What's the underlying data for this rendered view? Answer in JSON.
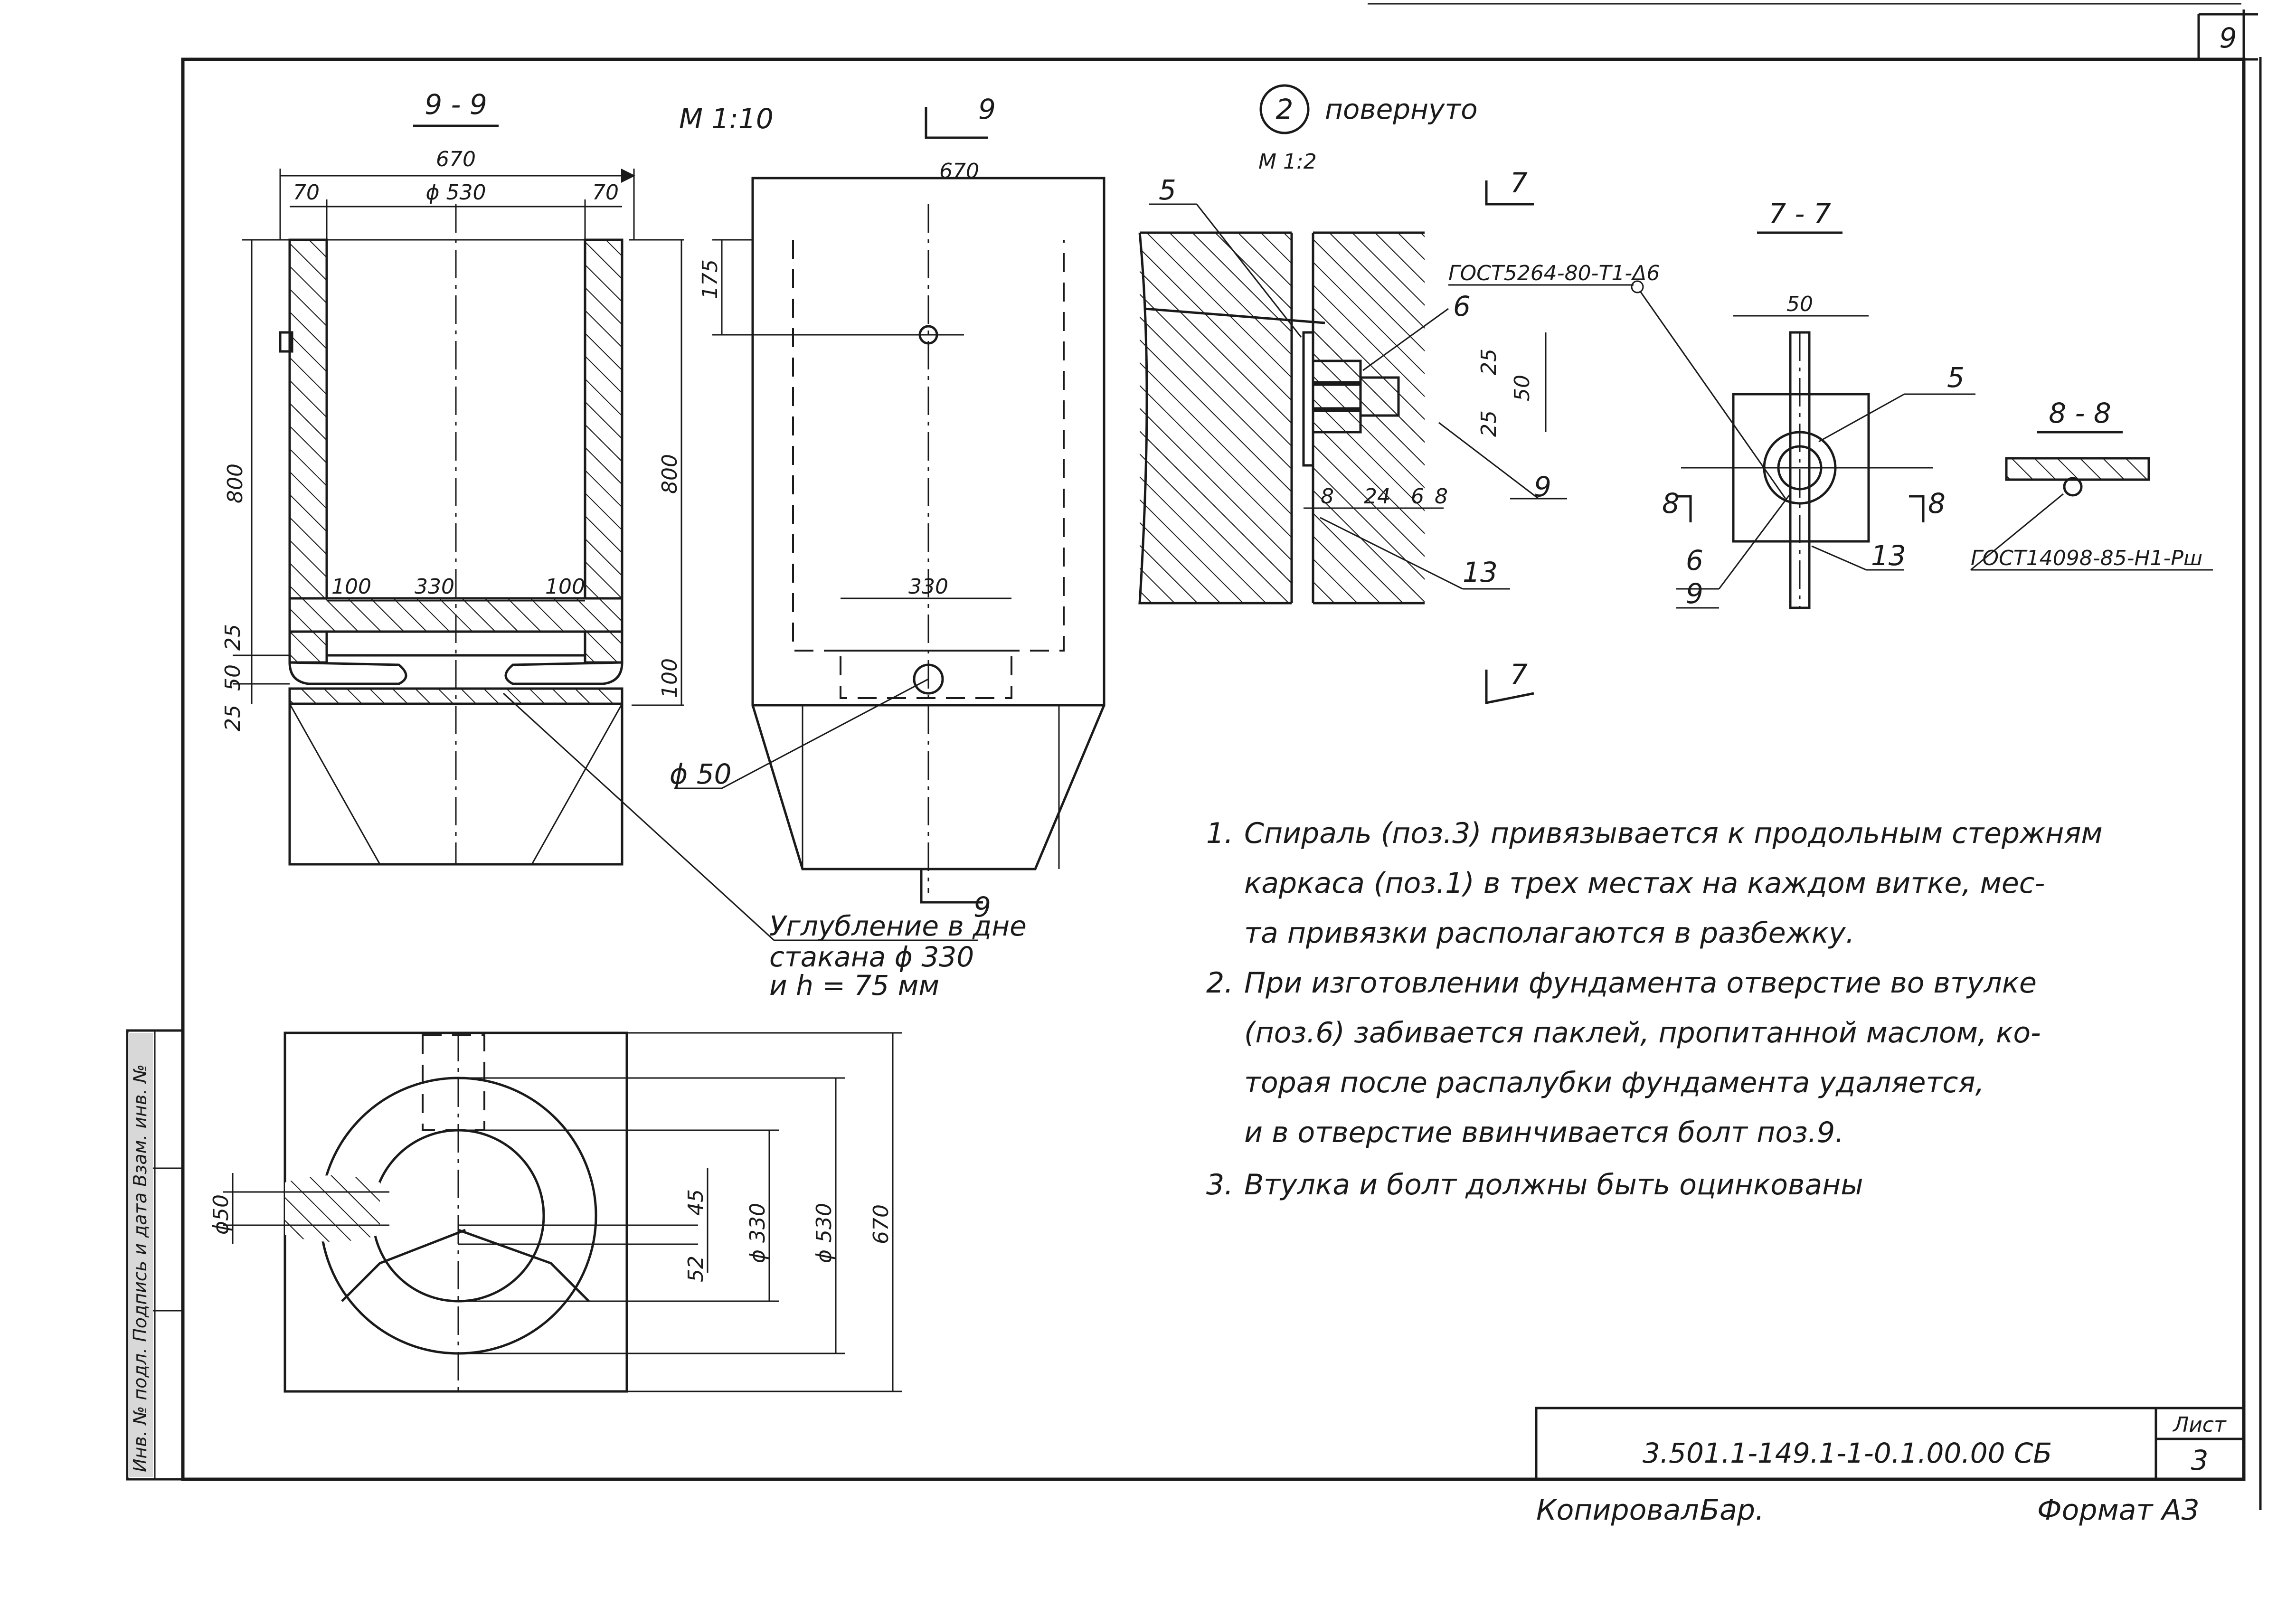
{
  "sheet_number": "9",
  "section_9_9": {
    "title": "9 - 9",
    "scale": "М 1:10",
    "dims": {
      "overall": "670",
      "left": "70",
      "inner": "ϕ 530",
      "right": "70",
      "height": "800",
      "b1": "100",
      "b2": "330",
      "b3": "100",
      "v1": "25",
      "v2": "50",
      "v3": "25"
    }
  },
  "side_view": {
    "label_top": "9",
    "label_bottom": "9",
    "dims": {
      "width": "670",
      "top": "175",
      "height": "800",
      "base": "100",
      "recess": "330"
    }
  },
  "callout_hole": "ϕ 50",
  "callout_recess": {
    "line1": "Углубление в дне",
    "line2": "стакана ϕ 330",
    "line3": "и h = 75 мм"
  },
  "detail_2": {
    "number": "2",
    "title": "повернуто",
    "scale": "М 1:2",
    "cut_label": "7",
    "weld": "ГОСТ5264-80-Т1-Δ6",
    "positions": {
      "p5": "5",
      "p6": "6",
      "p9": "9",
      "p13": "13"
    },
    "dims": {
      "d25a": "25",
      "d50": "50",
      "d25b": "25",
      "h8a": "8",
      "h24": "24",
      "h6": "6",
      "h8b": "8"
    }
  },
  "section_7_7": {
    "title": "7 - 7",
    "width": "50",
    "positions": {
      "p5": "5",
      "p6": "6",
      "p9": "9",
      "p13": "13"
    },
    "cut_label": "8"
  },
  "section_8_8": {
    "title": "8 - 8",
    "weld": "ГОСТ14098-85-Н1-Рш"
  },
  "plan_view": {
    "dims": {
      "d50": "ϕ50",
      "d45": "45",
      "d52": "52",
      "d330": "ϕ 330",
      "d530": "ϕ 530",
      "d670": "670"
    }
  },
  "notes": [
    {
      "num": "1.",
      "lines": [
        "Спираль (поз.3) привязывается к продольным стержням",
        "каркаса (поз.1) в трех местах на каждом витке, мес-",
        "та привязки располагаются в разбежку."
      ]
    },
    {
      "num": "2.",
      "lines": [
        "При изготовлении фундамента отверстие во втулке",
        "(поз.6) забивается паклей, пропитанной маслом, ко-",
        "торая после распалубки фундамента удаляется,",
        "и в отверстие ввинчивается болт поз.9."
      ]
    },
    {
      "num": "3.",
      "lines": [
        "Втулка и болт должны быть оцинкованы"
      ]
    }
  ],
  "title_block": {
    "designation": "3.501.1-149.1-1-0.1.00.00 СБ",
    "sheet_label": "Лист",
    "sheet_value": "3"
  },
  "footer": {
    "copied_label": "Копировал:",
    "copied_sign": "Бар.",
    "format": "Формат А3"
  },
  "side_stamp": "Инв. № подл.   Подпись и дата   Взам. инв. №"
}
